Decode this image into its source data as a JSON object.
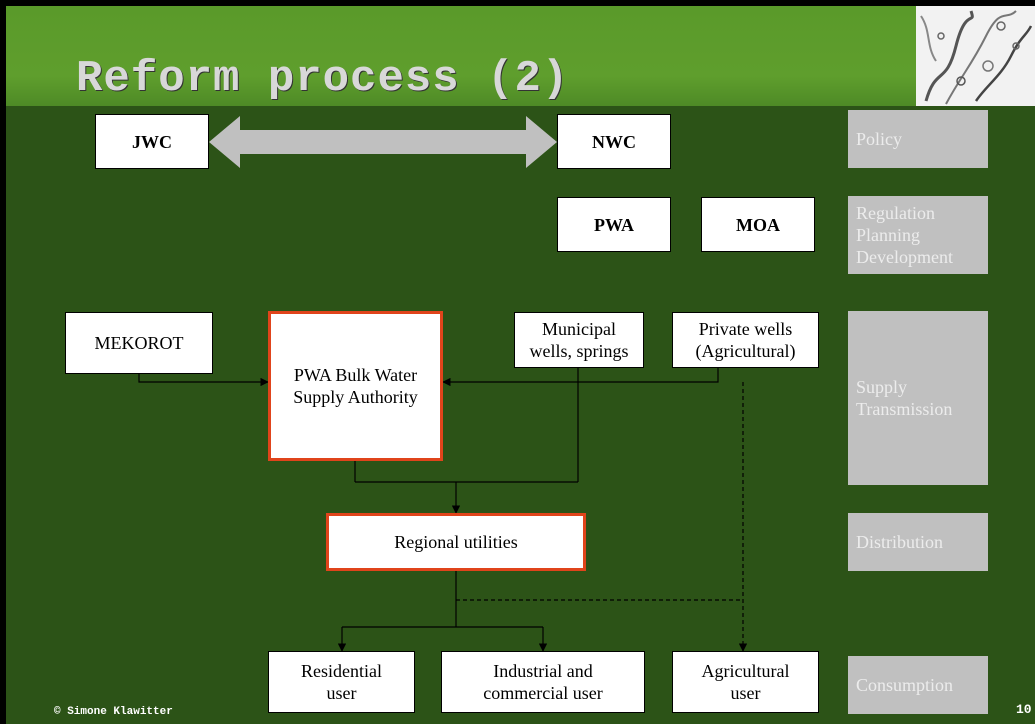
{
  "slide": {
    "title": "Reform process (2)",
    "footer_copyright": "© Simone Klawitter",
    "page_number": "10"
  },
  "diagram": {
    "nodes": {
      "jwc": "JWC",
      "nwc": "NWC",
      "pwa": "PWA",
      "moa": "MOA",
      "mekorot": "MEKOROT",
      "pwa_bulk_line1": "PWA Bulk Water",
      "pwa_bulk_line2": "Supply Authority",
      "municipal_line1": "Municipal",
      "municipal_line2": "wells, springs",
      "private_line1": "Private wells",
      "private_line2": "(Agricultural)",
      "regional": "Regional utilities",
      "residential_line1": "Residential",
      "residential_line2": "user",
      "industrial_line1": "Industrial and",
      "industrial_line2": "commercial user",
      "agricultural_line1": "Agricultural",
      "agricultural_line2": "user"
    },
    "levels": {
      "policy": "Policy",
      "regulation": "Regulation",
      "planning": "Planning",
      "development": "Development",
      "supply": "Supply",
      "transmission": "Transmission",
      "distribution": "Distribution",
      "consumption": "Consumption"
    }
  },
  "colors": {
    "background": "#2c5317",
    "header": "#5f9e2d",
    "highlight_border": "#e0441b",
    "level_label": "#c0c0c0"
  }
}
